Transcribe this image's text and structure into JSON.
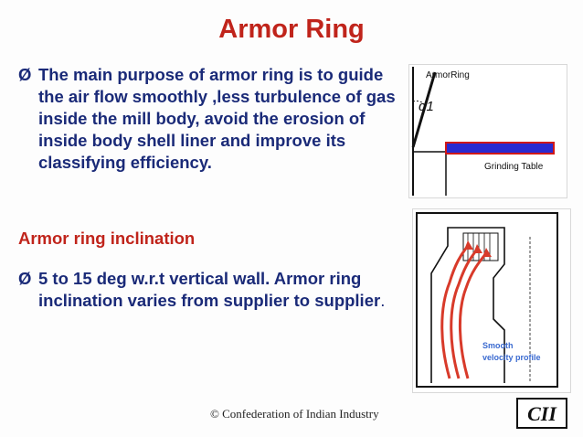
{
  "slide": {
    "title": "Armor Ring",
    "bullet1": {
      "marker": "Ø",
      "text": "The main purpose of armor ring is to guide the air flow smoothly ,less turbulence of gas inside the mill body, avoid the erosion of inside body shell liner and improve its classifying efficiency."
    },
    "subheading": "Armor ring inclination",
    "bullet2": {
      "marker": "Ø",
      "text_bold": " 5 to 15 deg w.r.t vertical wall. Armor ring inclination varies from supplier to supplier",
      "text_tail": "."
    },
    "figure1": {
      "label_top": "ArmorRing",
      "label_angle": "α1",
      "label_bottom": "Grinding Table"
    },
    "figure2": {
      "label_line1": "Smooth",
      "label_line2": "velocity profile"
    },
    "footer": "© Confederation of Indian Industry",
    "logo_text": "CII"
  },
  "colors": {
    "title": "#c0241b",
    "body": "#1a2a78",
    "table_blue": "#2a2ad0",
    "table_red": "#d01818",
    "flow_red": "#d83a2a",
    "label_blue": "#3a6ad0"
  }
}
